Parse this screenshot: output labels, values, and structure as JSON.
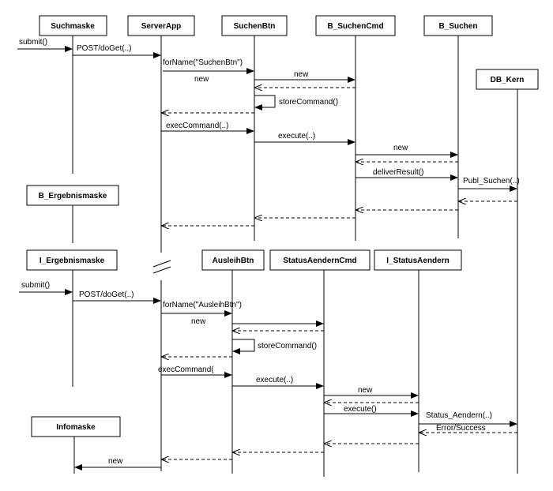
{
  "participants": {
    "suchmaske": "Suchmaske",
    "serverapp": "ServerApp",
    "suchenbtn": "SuchenBtn",
    "b_suchencmd": "B_SuchenCmd",
    "b_suchen": "B_Suchen",
    "db_kern": "DB_Kern",
    "b_ergebnismaske": "B_Ergebnismaske",
    "i_ergebnismaske": "I_Ergebnismaske",
    "ausleihbtn": "AusleihBtn",
    "statusaenderncmd": "StatusAendernCmd",
    "i_statusaendern": "I_StatusAendern",
    "infomaske": "Infomaske"
  },
  "messages": {
    "submit_1": "submit()",
    "post_1": "POST/doGet(..)",
    "forname_1": "forName(\"SuchenBtn\")",
    "new_1": "new",
    "new_2": "new",
    "storecommand_1": "storeCommand()",
    "execcommand_1": "execCommand(..)",
    "execute_1": "execute(..)",
    "new_3": "new",
    "deliverresult_1": "deliverResult()",
    "publ_suchen_1": "Publ_Suchen(..)",
    "submit_2": "submit()",
    "post_2": "POST/doGet(..)",
    "forname_2": "forName(\"AusleihBtn\")",
    "new_4": "new",
    "storecommand_2": "storeCommand()",
    "execcommand_2": "execCommand(",
    "execute_2": "execute(..)",
    "new_5": "new",
    "execute_3": "execute()",
    "status_aendern_1": "Status_Aendern(..)",
    "error_success_1": "Error/Success",
    "new_6": "new"
  }
}
